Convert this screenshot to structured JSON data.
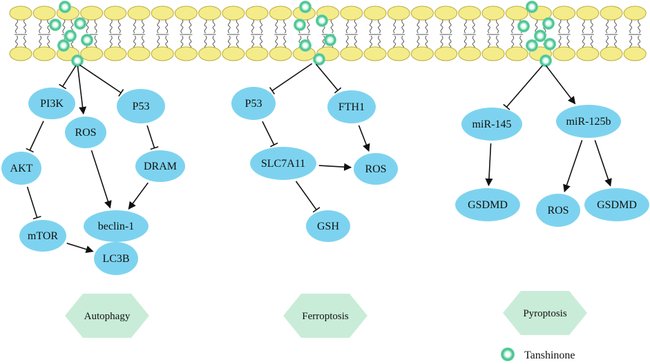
{
  "colors": {
    "node_fill": "#7dd3ef",
    "hex_fill": "#c9ecd8",
    "lipid_head_fill": "#f4ec8a",
    "lipid_head_stroke": "#b9aa3a",
    "tanshinone_outer": "#3dbd8a",
    "tanshinone_inner": "#e9fbf3",
    "arrow": "#111111"
  },
  "nodes": {
    "pi3k": "PI3K",
    "ros_a": "ROS",
    "p53_a": "P53",
    "akt": "AKT",
    "dram": "DRAM",
    "beclin1": "beclin-1",
    "mtor": "mTOR",
    "lc3b": "LC3B",
    "p53_f": "P53",
    "fth1": "FTH1",
    "slc7a11": "SLC7A11",
    "ros_f": "ROS",
    "gsh": "GSH",
    "mir145": "miR-145",
    "mir125b": "miR-125b",
    "gsdmd_a": "GSDMD",
    "ros_p": "ROS",
    "gsdmd_b": "GSDMD"
  },
  "pathways": {
    "autophagy": "Autophagy",
    "ferroptosis": "Ferroptosis",
    "pyroptosis": "Pyroptosis"
  },
  "legend": {
    "tanshinone": "Tanshinone"
  },
  "edges": [
    {
      "from": "tanshinone_a",
      "to": "pi3k",
      "type": "inhibit"
    },
    {
      "from": "tanshinone_a",
      "to": "ros_a",
      "type": "activate"
    },
    {
      "from": "tanshinone_a",
      "to": "p53_a",
      "type": "inhibit"
    },
    {
      "from": "pi3k",
      "to": "akt",
      "type": "inhibit"
    },
    {
      "from": "akt",
      "to": "mtor",
      "type": "inhibit"
    },
    {
      "from": "p53_a",
      "to": "dram",
      "type": "inhibit"
    },
    {
      "from": "ros_a",
      "to": "beclin1",
      "type": "activate"
    },
    {
      "from": "dram",
      "to": "beclin1",
      "type": "activate"
    },
    {
      "from": "mtor",
      "to": "lc3b",
      "type": "activate"
    },
    {
      "from": "tanshinone_f",
      "to": "p53_f",
      "type": "inhibit"
    },
    {
      "from": "tanshinone_f",
      "to": "fth1",
      "type": "inhibit"
    },
    {
      "from": "p53_f",
      "to": "slc7a11",
      "type": "inhibit"
    },
    {
      "from": "fth1",
      "to": "ros_f",
      "type": "activate"
    },
    {
      "from": "slc7a11",
      "to": "ros_f",
      "type": "activate"
    },
    {
      "from": "slc7a11",
      "to": "gsh",
      "type": "inhibit"
    },
    {
      "from": "tanshinone_p",
      "to": "mir145",
      "type": "inhibit"
    },
    {
      "from": "tanshinone_p",
      "to": "mir125b",
      "type": "activate"
    },
    {
      "from": "mir145",
      "to": "gsdmd_a",
      "type": "activate"
    },
    {
      "from": "mir125b",
      "to": "ros_p",
      "type": "activate"
    },
    {
      "from": "mir125b",
      "to": "gsdmd_b",
      "type": "activate"
    }
  ]
}
